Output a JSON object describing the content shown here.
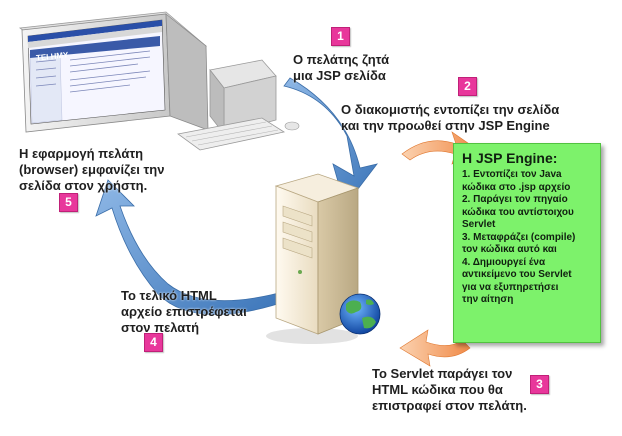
{
  "step1": {
    "badge": "1",
    "lines": [
      "Ο πελάτης ζητά",
      "μια JSP σελίδα"
    ]
  },
  "step2": {
    "badge": "2",
    "lines": [
      "Ο διακομιστής εντοπίζει την σελίδα",
      "και την προωθεί  στην JSP Engine"
    ]
  },
  "jsp_engine": {
    "title": "H JSP Engine:",
    "steps": [
      "1. Εντοπίζει τον Java",
      "κώδικα στο .jsp αρχείο",
      "2. Παράγει τον πηγαίο",
      "κώδικα του αντίστοιχου",
      "Servlet",
      "3. Μεταφράζει (compile)",
      "τον κώδικα αυτό και",
      "4. Δημιουργεί ένα",
      "αντικείμενο του Servlet",
      "για να εξυπηρετήσει",
      "την αίτηση"
    ]
  },
  "step3": {
    "badge": "3",
    "lines": [
      "Το Servlet παράγει τον",
      "HTML κώδικα που θα",
      "επιστραφεί στον πελάτη."
    ]
  },
  "step4": {
    "badge": "4",
    "lines": [
      "Το τελικό HTML",
      "αρχείο επιστρέφεται",
      "στον πελατή"
    ]
  },
  "step5": {
    "badge": "5",
    "lines": [
      "Η εφαρμογή πελάτη",
      "(browser) εμφανίζει την",
      "σελίδα στον χρήστη."
    ]
  },
  "screen_logo": "ΤΕΙ ΗΜΥ",
  "colors": {
    "blue_arrow": "#4a86c8",
    "orange_arrow": "#f29a60",
    "badge": "#e8379b",
    "jsp_box": "#7df26b"
  }
}
